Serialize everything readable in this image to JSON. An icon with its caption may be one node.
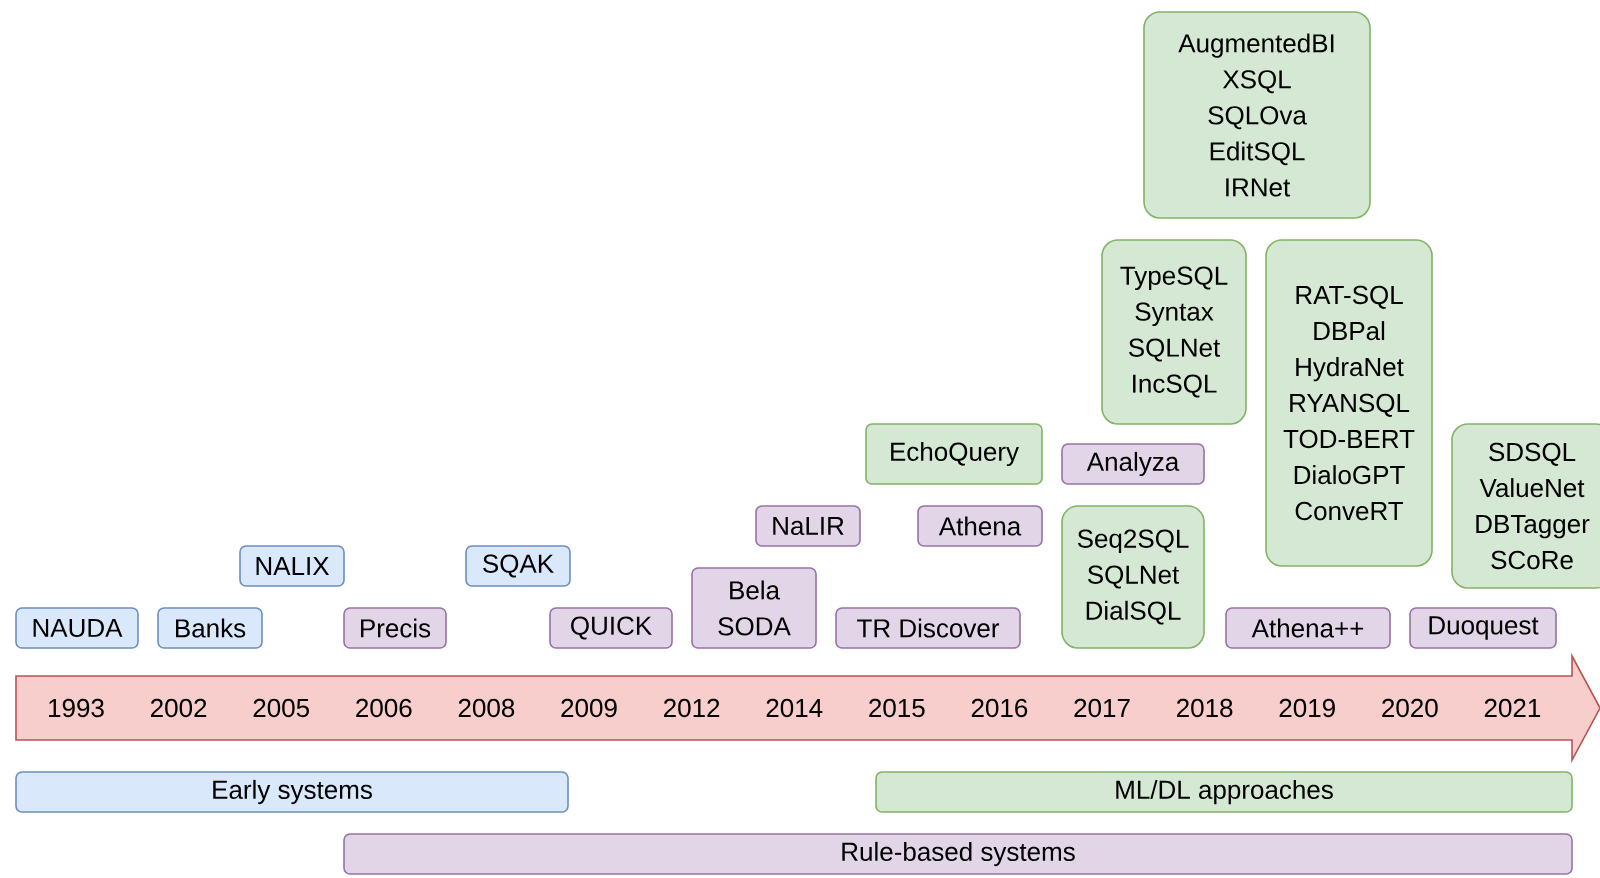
{
  "diagram": {
    "nodes": [
      {
        "text": [
          "NAUDA"
        ]
      },
      {
        "text": [
          "Banks"
        ]
      },
      {
        "text": [
          "NALIX"
        ]
      },
      {
        "text": [
          "Precis"
        ]
      },
      {
        "text": [
          "SQAK"
        ]
      },
      {
        "text": [
          "QUICK"
        ]
      },
      {
        "text": [
          "Bela",
          "SODA"
        ]
      },
      {
        "text": [
          "NaLIR"
        ]
      },
      {
        "text": [
          "TR Discover"
        ]
      },
      {
        "text": [
          "EchoQuery"
        ]
      },
      {
        "text": [
          "Athena"
        ]
      },
      {
        "text": [
          "AugmentedBI",
          "XSQL",
          "SQLOva",
          "EditSQL",
          "IRNet"
        ]
      },
      {
        "text": [
          "TypeSQL",
          "Syntax",
          "SQLNet",
          "IncSQL"
        ]
      },
      {
        "text": [
          "Analyza"
        ]
      },
      {
        "text": [
          "Seq2SQL",
          "SQLNet",
          "DialSQL"
        ]
      },
      {
        "text": [
          "RAT-SQL",
          "DBPal",
          "HydraNet",
          "RYANSQL",
          "TOD-BERT",
          "DialoGPT",
          "ConveRT"
        ]
      },
      {
        "text": [
          "Athena++"
        ]
      },
      {
        "text": [
          "SDSQL",
          "ValueNet",
          "DBTagger",
          "SCoRe"
        ]
      },
      {
        "text": [
          "Duoquest"
        ]
      },
      {
        "text": [
          "1993",
          "2002",
          "2005",
          "2006",
          "2008",
          "2009",
          "2012",
          "2014",
          "2015",
          "2016",
          "2017",
          "2018",
          "2019",
          "2020",
          "2021"
        ]
      },
      {
        "text": [
          "Early systems"
        ]
      },
      {
        "text": [
          "ML/DL approaches"
        ]
      },
      {
        "text": [
          "Rule-based systems"
        ]
      }
    ]
  }
}
